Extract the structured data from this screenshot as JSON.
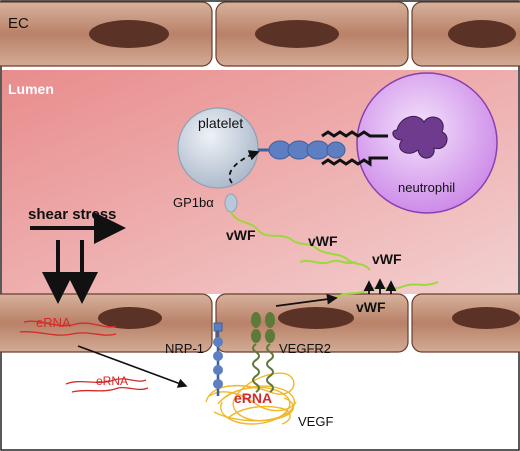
{
  "labels": {
    "ec": "EC",
    "lumen": "Lumen",
    "platelet": "platelet",
    "neutrophil": "neutrophil",
    "gp1ba": "GP1bα",
    "shear_stress": "shear stress",
    "vwf": "vWF",
    "erna": "eRNA",
    "nrp1": "NRP-1",
    "vegfr2": "VEGFR2",
    "vegf": "VEGF"
  },
  "colors": {
    "lumen": "#eda5a5",
    "lumen_label": "#ffffff",
    "cell": "#c08c72",
    "nucleus": "#5b3226",
    "platelet": "#c9d3e0",
    "neutrophil": "#c77de6",
    "neutrophil_nucleus": "#6e3b8f",
    "receptor_blue": "#5d7fc1",
    "vwf_green": "#9bd83a",
    "erna_red": "#d42a2a",
    "vegfr2_green": "#5e7a38",
    "vegf_yellow": "#f0b82a",
    "arrow": "#111111"
  }
}
